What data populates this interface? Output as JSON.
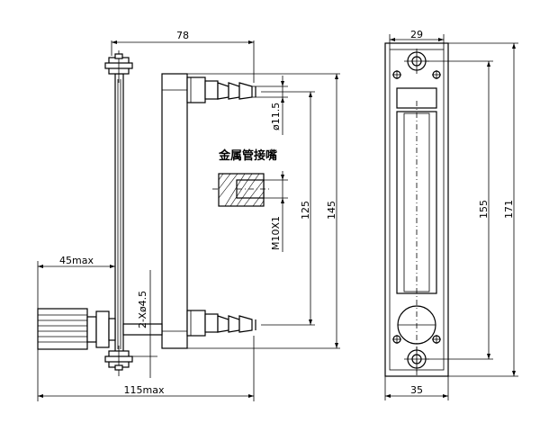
{
  "dimensions": {
    "side_top_width": "78",
    "pipe_diameter": "ø11.5",
    "inner_height": "125",
    "outer_height": "145",
    "thread": "M10X1",
    "holes": "2-Xø4.5",
    "knob_extension": "45max",
    "total_depth": "115max",
    "front_top_width": "29",
    "front_inner_height": "155",
    "front_outer_height": "171",
    "front_bottom_width": "35"
  },
  "labels": {
    "metal_connector": "金属管接嘴"
  }
}
